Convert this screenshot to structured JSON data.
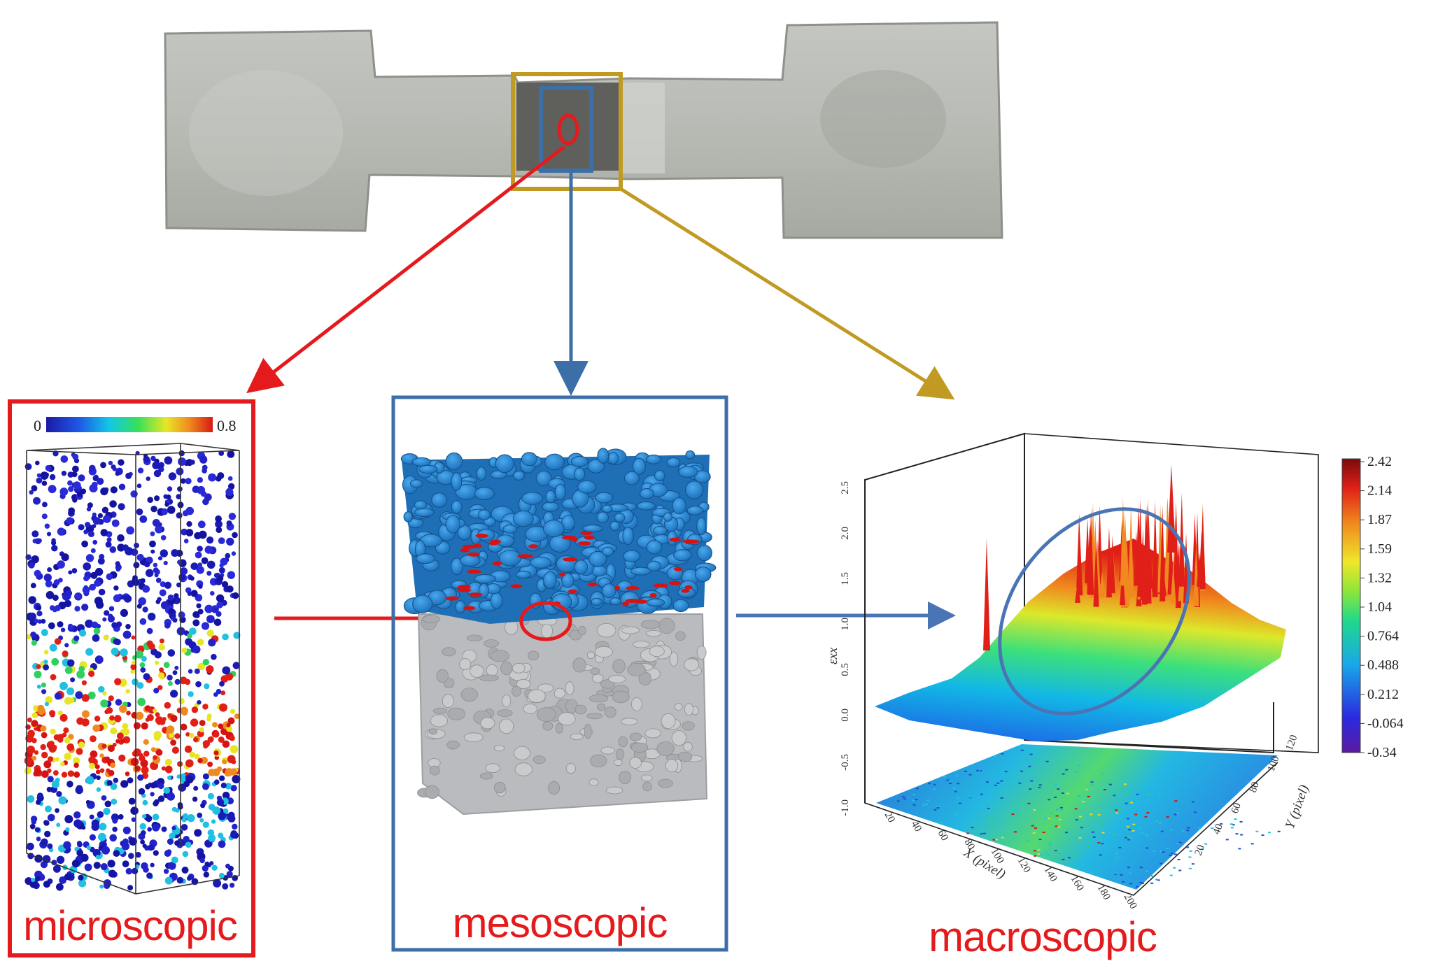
{
  "labels": {
    "micro": "microscopic",
    "meso": "mesoscopic",
    "macro": "macroscopic"
  },
  "micro_colorbar": {
    "min": "0",
    "max": "0.8"
  },
  "macro_plot": {
    "z_label": "εxx",
    "x_label": "X (pixel)",
    "y_label": "Y (pixel)",
    "z_ticks": [
      "2.5",
      "2.0",
      "1.5",
      "1.0",
      "0.5",
      "0.0",
      "-0.5",
      "-1.0"
    ],
    "x_ticks": [
      "20",
      "40",
      "60",
      "80",
      "100",
      "120",
      "140",
      "160",
      "180",
      "200"
    ],
    "y_ticks": [
      "20",
      "40",
      "60",
      "80",
      "100",
      "120"
    ],
    "colorbar_ticks": [
      "2.42",
      "2.14",
      "1.87",
      "1.59",
      "1.32",
      "1.04",
      "0.764",
      "0.488",
      "0.212",
      "-0.064",
      "-0.34"
    ]
  },
  "colors": {
    "micro": "#e41a1c",
    "meso": "#3c6ea8",
    "macro": "#c09a22"
  }
}
